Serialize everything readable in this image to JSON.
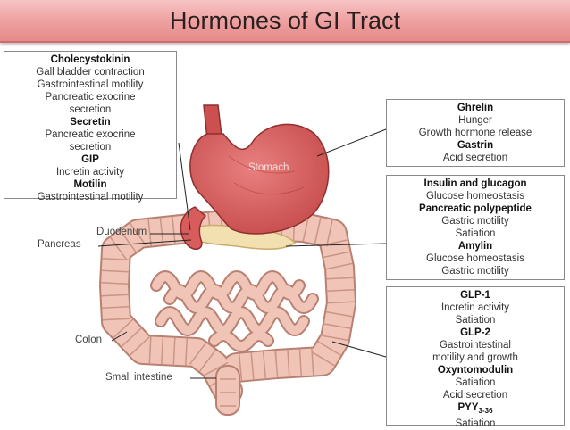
{
  "title": "Hormones of GI Tract",
  "organ_labels": {
    "stomach": "Stomach",
    "duodenum": "Duodenum",
    "pancreas": "Pancreas",
    "colon": "Colon",
    "small_intestine": "Small intestine"
  },
  "boxes": {
    "upper_left": {
      "lines": [
        {
          "text": "Cholecystokinin",
          "bold": true
        },
        {
          "text": "Gall bladder contraction",
          "bold": false
        },
        {
          "text": "Gastrointestinal motility",
          "bold": false
        },
        {
          "text": "Pancreatic exocrine",
          "bold": false
        },
        {
          "text": "secretion",
          "bold": false
        },
        {
          "text": "Secretin",
          "bold": true
        },
        {
          "text": "Pancreatic exocrine",
          "bold": false
        },
        {
          "text": "secretion",
          "bold": false
        },
        {
          "text": "GIP",
          "bold": true
        },
        {
          "text": "Incretin activity",
          "bold": false
        },
        {
          "text": "Motilin",
          "bold": true
        },
        {
          "text": "Gastrointestinal motility",
          "bold": false
        }
      ]
    },
    "stomach": {
      "lines": [
        {
          "text": "Ghrelin",
          "bold": true
        },
        {
          "text": "Hunger",
          "bold": false
        },
        {
          "text": "Growth hormone release",
          "bold": false
        },
        {
          "text": "Gastrin",
          "bold": true
        },
        {
          "text": "Acid secretion",
          "bold": false
        }
      ]
    },
    "pancreas": {
      "lines": [
        {
          "text": "Insulin and glucagon",
          "bold": true
        },
        {
          "text": "Glucose homeostasis",
          "bold": false
        },
        {
          "text": "Pancreatic polypeptide",
          "bold": true
        },
        {
          "text": "Gastric motility",
          "bold": false
        },
        {
          "text": "Satiation",
          "bold": false
        },
        {
          "text": "Amylin",
          "bold": true
        },
        {
          "text": "Glucose homeostasis",
          "bold": false
        },
        {
          "text": "Gastric motility",
          "bold": false
        }
      ]
    },
    "lower_intestine": {
      "lines": [
        {
          "text": "GLP-1",
          "bold": true
        },
        {
          "text": "Incretin activity",
          "bold": false
        },
        {
          "text": "Satiation",
          "bold": false
        },
        {
          "text": "GLP-2",
          "bold": true
        },
        {
          "text": "Gastrointestinal",
          "bold": false
        },
        {
          "text": "motility and growth",
          "bold": false
        },
        {
          "text": "Oxyntomodulin",
          "bold": true
        },
        {
          "text": "Satiation",
          "bold": false
        },
        {
          "text": "Acid secretion",
          "bold": false
        },
        {
          "text": "PYY",
          "bold": true,
          "subscript": "3-36"
        },
        {
          "text": "Satiation",
          "bold": false
        }
      ]
    }
  },
  "colors": {
    "stomach": "#d95c5c",
    "intestine": "#f1c4b8",
    "intestine_outline": "#b88070",
    "pancreas": "#f3e0b0",
    "title_bar": "#ee9e9e"
  }
}
